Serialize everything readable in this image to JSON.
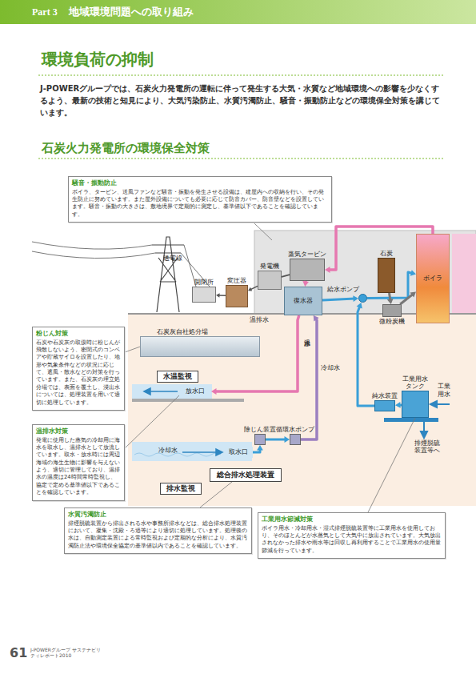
{
  "diagram": {
    "title": "環境負荷の抑制",
    "nodes": [
      {
        "text": [
          "騒音・振動防止",
          "ボイラ、タービン、送風ファンなど騒音・振動を発生させる設備は、建屋内への収納を行い、その発生防止に努めています。また屋外設備についても必要に応じて防音カバー、防音壁などを設置しています。騒音・振動の大きさは、敷地境界で定期的に測定し、基準値以下であることを確認しています。"
        ]
      },
      {
        "text": [
          "開閉所"
        ]
      },
      {
        "text": [
          "変圧器"
        ]
      },
      {
        "text": [
          "発電機"
        ]
      },
      {
        "text": [
          "蒸気タービン"
        ]
      },
      {
        "text": [
          "石炭"
        ]
      },
      {
        "text": [
          "給水ポンプ"
        ]
      },
      {
        "text": [
          "復水器"
        ]
      },
      {
        "text": [
          "ボイラ"
        ]
      },
      {
        "text": [
          "微粉炭機"
        ]
      },
      {
        "text": [
          "粉じん対策",
          "石炭や石炭灰の取扱時に粉じんが飛散しないよう、密閉式のコンベアや貯蔵サイロを設置したり、地形や気象条件などの状況に応じて、遮風・散水などの対策を行っています。また、石炭灰の埋立処分場では、表面を覆土し、浸出水については、処理装置を用いて適切に処理しています。"
        ]
      },
      {
        "text": [
          "石炭灰自社処分場"
        ]
      },
      {
        "text": [
          "水温監視"
        ]
      },
      {
        "text": [
          "放水口"
        ]
      },
      {
        "text": [
          "工業用水タンク"
        ]
      },
      {
        "text": [
          "純水装置"
        ]
      },
      {
        "text": [
          "温排水対策",
          "発電に使用した蒸気の冷却用に海水を取水し、温排水として放流しています。取水・放水時には周辺海域の海生生物に影響を与えないよう、適切に管理しており、温排水の温度は24時間常時監視し、協定で定める基準値以下であることを確認しています。"
        ]
      },
      {
        "text": [
          "除じん装置"
        ]
      },
      {
        "text": [
          "循環水ポンプ"
        ]
      },
      {
        "text": [
          "取水口"
        ]
      },
      {
        "text": [
          "総合排水処理装置"
        ]
      },
      {
        "text": [
          "排水監視"
        ]
      },
      {
        "text": [
          "水質汚濁防止",
          "排煙脱硫装置から排出される水や事務所排水などは、総合排水処理装置において、凝集・沈殿・ろ過等により適切に処理しています。処理後の水は、自動測定装置による常時監視および定期的な分析により、水質汚濁防止法や環境保全協定の基準値以内であることを確認しています。"
        ]
      },
      {
        "text": [
          "工業用水節減対策",
          "ボイラ用水・冷却用水・湿式排煙脱硫装置等に工業用水を使用しており、そのほとんどが水蒸気として大気中に放出されています。大気放出されなかった排水や雨水等は回収し再利用することで工業用水の使用量節減を行っています。"
        ]
      }
    ],
    "edges": [
      {
        "from": 3,
        "to": 2,
        "arrow": "to"
      },
      {
        "from": 2,
        "to": 1,
        "arrow": "to"
      },
      {
        "from": 4,
        "to": 3,
        "arrow": "none"
      },
      {
        "from": 8,
        "to": 4,
        "arrow": "to"
      },
      {
        "from": 4,
        "to": 7,
        "arrow": "to"
      },
      {
        "from": 7,
        "to": 6,
        "arrow": "to"
      },
      {
        "from": 6,
        "to": 8,
        "arrow": "to"
      },
      {
        "from": 5,
        "to": 9,
        "arrow": "to"
      },
      {
        "from": 9,
        "to": 8,
        "arrow": "to"
      },
      {
        "from": 7,
        "to": 13,
        "arrow": "to"
      },
      {
        "from": 18,
        "to": 7,
        "arrow": "to"
      },
      {
        "from": 19,
        "to": 17,
        "arrow": "to"
      },
      {
        "from": 17,
        "to": 18,
        "arrow": "to"
      },
      {
        "from": 14,
        "to": 15,
        "arrow": "to"
      },
      {
        "from": 15,
        "to": 6,
        "arrow": "to"
      }
    ],
    "labels": [
      "Part 3",
      "地域環境問題への取り組み",
      "J-POWERグループでは、石炭火力発電所の運転に伴って発生する大気・水質など地域環境への影響を少なくするよう、最新の技術と知見により、大気汚染防止、水質汚濁防止、騒音・振動防止などの環境保全対策を講じています。",
      "石炭火力発電所の環境保全対策",
      "送電線",
      "温排水",
      "温排水",
      "冷却水",
      "冷却水",
      "工業用水",
      "排煙脱硫装置等へ",
      "61",
      "J-POWERグループ サステナビリティレポート2010"
    ]
  }
}
